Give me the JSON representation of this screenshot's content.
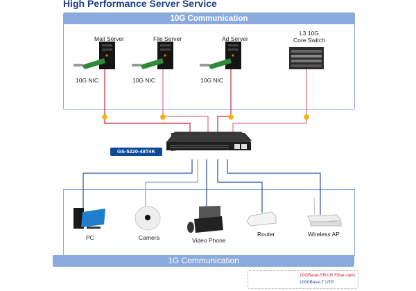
{
  "title": "High Performance Server Service",
  "sections": {
    "top": {
      "label": "10G Communication"
    },
    "bottom": {
      "label": "1G Communication"
    }
  },
  "top_devices": [
    {
      "name": "Mail Server",
      "nic": "10G NIC"
    },
    {
      "name": "File Server",
      "nic": "10G NIC"
    },
    {
      "name": "Ad Server",
      "nic": "10G NIC"
    },
    {
      "name": "L3 10G",
      "name2": "Core Switch"
    }
  ],
  "switch": {
    "model": "GS-5220-48T4K"
  },
  "bottom_devices": [
    {
      "name": "PC"
    },
    {
      "name": "Camera"
    },
    {
      "name": "Video Phone"
    },
    {
      "name": "Router"
    },
    {
      "name": "Wireless AP"
    }
  ],
  "legend": {
    "fiber": {
      "label": "10GBase-SR/LR Fiber-optic",
      "color": "#c8283c"
    },
    "utp": {
      "label": "1000Base-T UTP",
      "color": "#2a4ea8"
    }
  },
  "colors": {
    "section_bar": "#8aa9dc",
    "title": "#1a3c8c",
    "fiber": "#c8283c",
    "utp": "#2a4ea8",
    "connector": "#f5b400"
  }
}
